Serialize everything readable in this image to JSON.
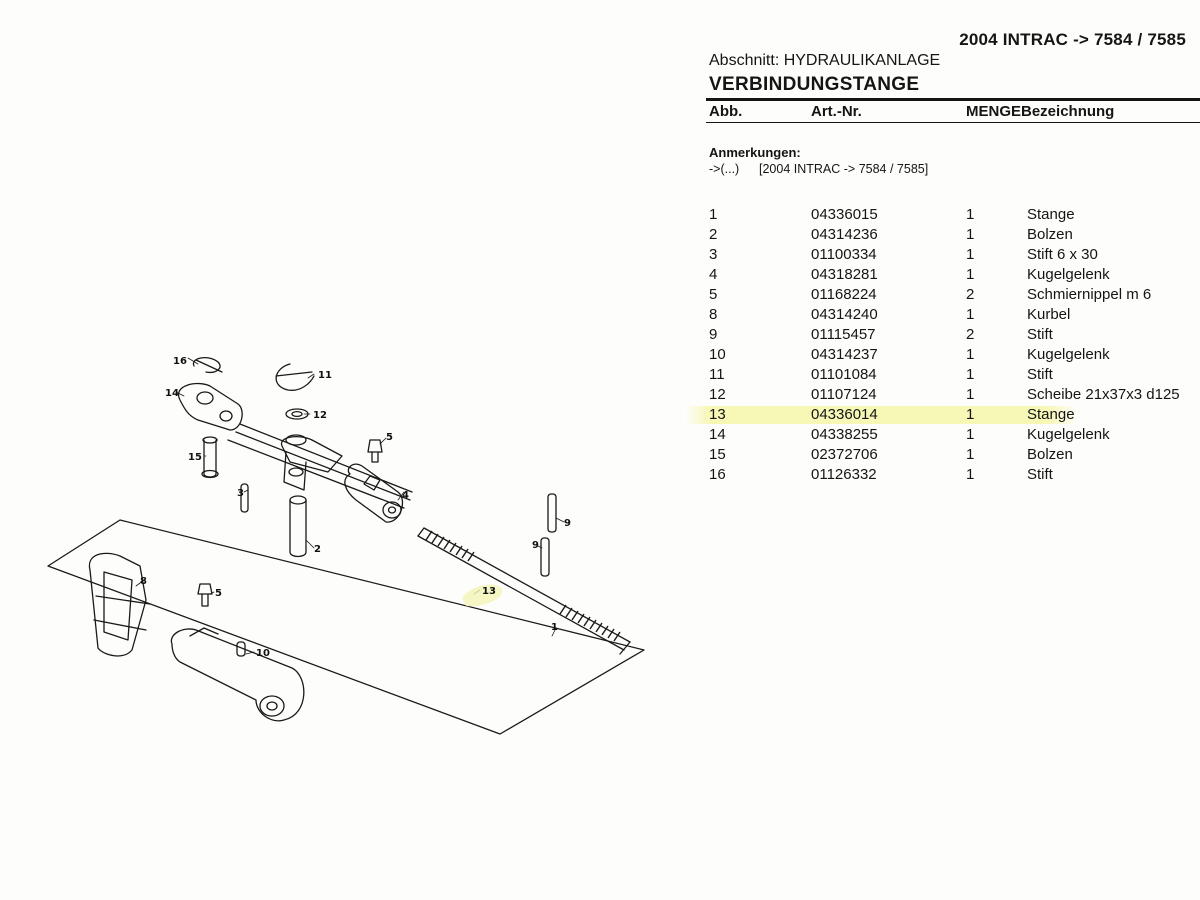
{
  "header": {
    "model": "2004 INTRAC -> 7584 / 7585",
    "section": "Abschnitt: HYDRAULIKANLAGE",
    "title": "VERBINDUNGSTANGE"
  },
  "columns": {
    "abb": "Abb.",
    "art": "Art.-Nr.",
    "menge_bez": "MENGEBezeichnung"
  },
  "notes": {
    "title": "Anmerkungen:",
    "symbol": "->(...)",
    "ref": "[2004 INTRAC -> 7584 / 7585]"
  },
  "parts": [
    {
      "abb": "1",
      "art": "04336015",
      "qty": "1",
      "desc": "Stange"
    },
    {
      "abb": "2",
      "art": "04314236",
      "qty": "1",
      "desc": "Bolzen"
    },
    {
      "abb": "3",
      "art": "01100334",
      "qty": "1",
      "desc": "Stift 6 x 30"
    },
    {
      "abb": "4",
      "art": "04318281",
      "qty": "1",
      "desc": "Kugelgelenk"
    },
    {
      "abb": "5",
      "art": "01168224",
      "qty": "2",
      "desc": "Schmiernippel m 6"
    },
    {
      "abb": "8",
      "art": "04314240",
      "qty": "1",
      "desc": "Kurbel"
    },
    {
      "abb": "9",
      "art": "01115457",
      "qty": "2",
      "desc": "Stift"
    },
    {
      "abb": "10",
      "art": "04314237",
      "qty": "1",
      "desc": "Kugelgelenk"
    },
    {
      "abb": "11",
      "art": "01101084",
      "qty": "1",
      "desc": "Stift"
    },
    {
      "abb": "12",
      "art": "01107124",
      "qty": "1",
      "desc": "Scheibe 21x37x3 d125"
    },
    {
      "abb": "13",
      "art": "04336014",
      "qty": "1",
      "desc": "Stange"
    },
    {
      "abb": "14",
      "art": "04338255",
      "qty": "1",
      "desc": "Kugelgelenk"
    },
    {
      "abb": "15",
      "art": "02372706",
      "qty": "1",
      "desc": "Bolzen"
    },
    {
      "abb": "16",
      "art": "01126332",
      "qty": "1",
      "desc": "Stift"
    }
  ],
  "highlighted_row": "13",
  "diagram_labels": {
    "l16": "16",
    "l14": "14",
    "l11": "11",
    "l12": "12",
    "l5a": "5",
    "l15": "15",
    "l3": "3",
    "l4": "4",
    "l2": "2",
    "l9a": "9",
    "l9b": "9",
    "l13": "13",
    "l1": "1",
    "l8": "8",
    "l5b": "5",
    "l10": "10"
  },
  "colors": {
    "highlight": "#f6f6aa",
    "ink": "#151515"
  }
}
